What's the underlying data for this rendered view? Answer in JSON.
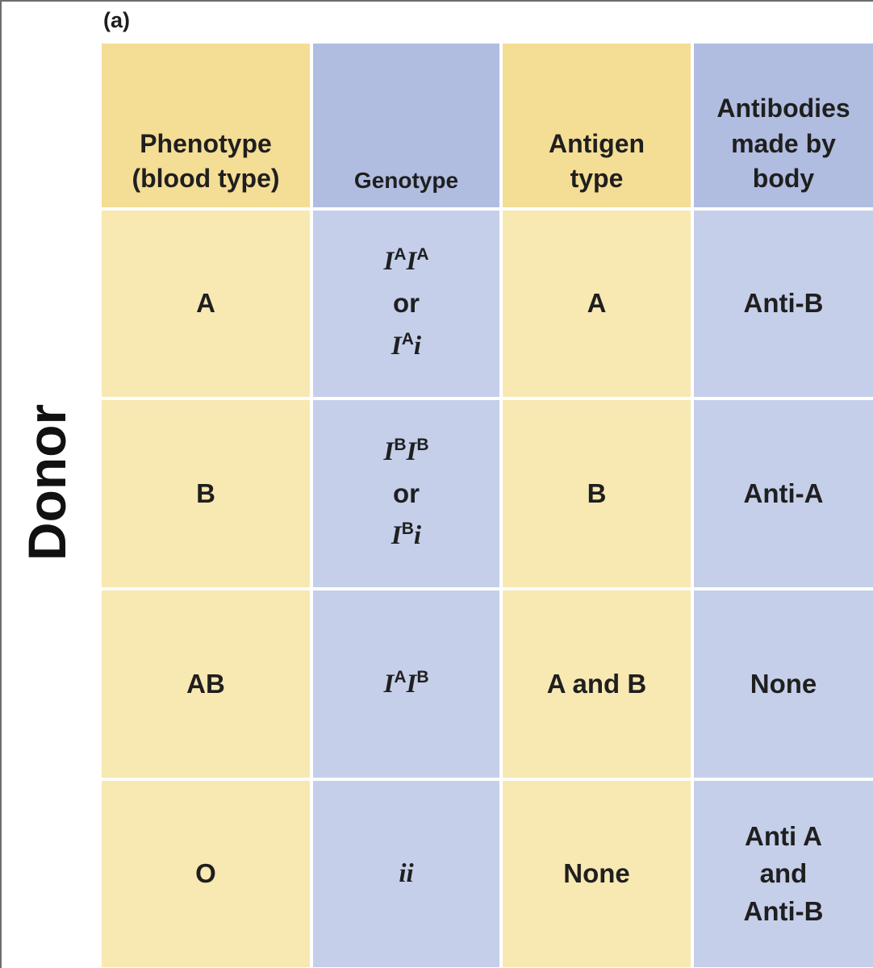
{
  "panel_label": "(a)",
  "side_label": "Donor",
  "headers": {
    "phenotype": [
      "Phenotype",
      "(blood type)"
    ],
    "genotype": [
      "Genotype"
    ],
    "antigen": [
      "Antigen",
      "type"
    ],
    "antibodies": [
      "Antibodies",
      "made by",
      "body"
    ]
  },
  "rows": [
    {
      "phenotype": "A",
      "genotype": {
        "g1": "I",
        "s1": "A",
        "g2": "I",
        "s2": "A",
        "or": "or",
        "g3": "I",
        "s3": "A",
        "g4": "i"
      },
      "antigen": "A",
      "antibodies": [
        "Anti-B"
      ]
    },
    {
      "phenotype": "B",
      "genotype": {
        "g1": "I",
        "s1": "B",
        "g2": "I",
        "s2": "B",
        "or": "or",
        "g3": "I",
        "s3": "B",
        "g4": "i"
      },
      "antigen": "B",
      "antibodies": [
        "Anti-A"
      ]
    },
    {
      "phenotype": "AB",
      "genotype": {
        "g1": "I",
        "s1": "A",
        "g2": "I",
        "s2": "B"
      },
      "antigen": "A and B",
      "antibodies": [
        "None"
      ]
    },
    {
      "phenotype": "O",
      "genotype": {
        "g1": "ii"
      },
      "antigen": "None",
      "antibodies": [
        "Anti A",
        "and",
        "Anti-B"
      ]
    }
  ],
  "colors": {
    "header_yellow": "#f4dd95",
    "header_blue": "#b0bde0",
    "body_yellow": "#f8e8b2",
    "body_blue": "#c5cfea"
  }
}
